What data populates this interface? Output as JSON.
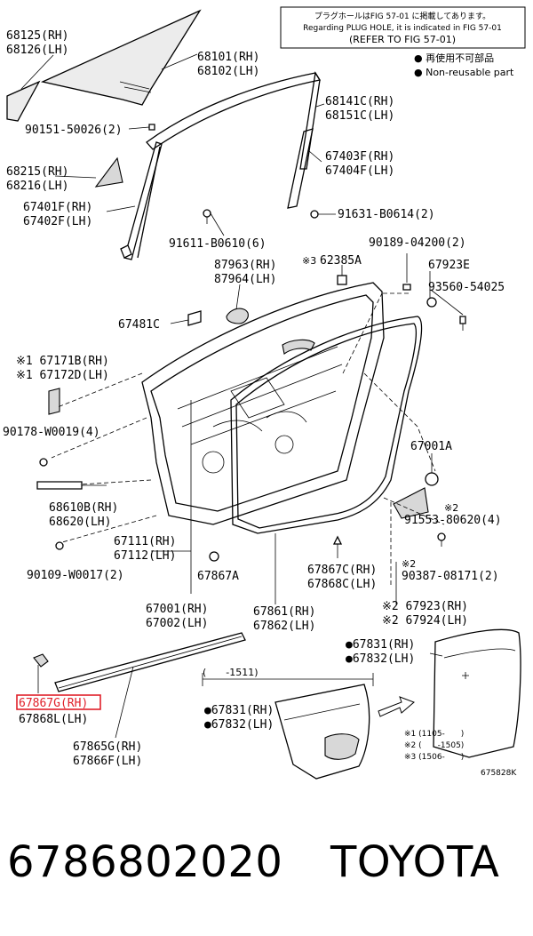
{
  "note": {
    "line1": "プラグホールはFIG 57-01 に掲載してあります。",
    "line2": "Regarding PLUG HOLE, it is indicated in FIG 57-01",
    "line3": "(REFER TO FIG 57-01)"
  },
  "legend": {
    "nonreusable_jp": "● 再使用不可部品",
    "nonreusable_en": "● Non-reusable part"
  },
  "labels": {
    "l68125": "68125(RH)",
    "l68126": "68126(LH)",
    "l68101": "68101(RH)",
    "l68102": "68102(LH)",
    "l68141": "68141C(RH)",
    "l68151": "68151C(LH)",
    "l90151": "90151-50026(2)",
    "l67403": "67403F(RH)",
    "l67404": "67404F(LH)",
    "l68215": "68215(RH)",
    "l68216": "68216(LH)",
    "l67401": "67401F(RH)",
    "l67402": "67402F(LH)",
    "l91631": "91631-B0614(2)",
    "l91611": "91611-B0610(6)",
    "l90189": "90189-04200(2)",
    "l87963": "87963(RH)",
    "l87964": "87964(LH)",
    "l62385": "62385A",
    "l62385mark": "※3",
    "l67923e": "67923E",
    "l93560": "93560-54025",
    "l67481": "67481C",
    "l67171": "※1 67171B(RH)",
    "l67172": "※1 67172D(LH)",
    "l90178": "90178-W0019(4)",
    "l67001a": "67001A",
    "l68610": "68610B(RH)",
    "l68620": "68620(LH)",
    "l91553mark": "※2",
    "l91553": "91553-80620(4)",
    "l67111": "67111(RH)",
    "l67112": "67112(LH)",
    "l67867a": "67867A",
    "l67867c": "67867C(RH)",
    "l67868c": "67868C(LH)",
    "l90387mark": "※2",
    "l90387": "90387-08171(2)",
    "l90109": "90109-W0017(2)",
    "l67001": "67001(RH)",
    "l67002": "67002(LH)",
    "l67861": "67861(RH)",
    "l67862": "67862(LH)",
    "l67923": "※2 67923(RH)",
    "l67924": "※2 67924(LH)",
    "l67831a": "●67831(RH)",
    "l67832a": "●67832(LH)",
    "l67867g": "67867G(RH)",
    "l67868l": "67868L(LH)",
    "l67831b": "●67831(RH)",
    "l67832b": "●67832(LH)",
    "range": "(　　-1511)",
    "l67865": "67865G(RH)",
    "l67866": "67866F(LH)",
    "fn1": "※1 (1105-　　)",
    "fn2": "※2 (　　-1505)",
    "fn3": "※3 (1506-　　)",
    "figcode": "675828K"
  },
  "footer": {
    "part_number": "6786802020",
    "brand": "TOYOTA"
  },
  "colors": {
    "highlight": "#e0202a"
  }
}
